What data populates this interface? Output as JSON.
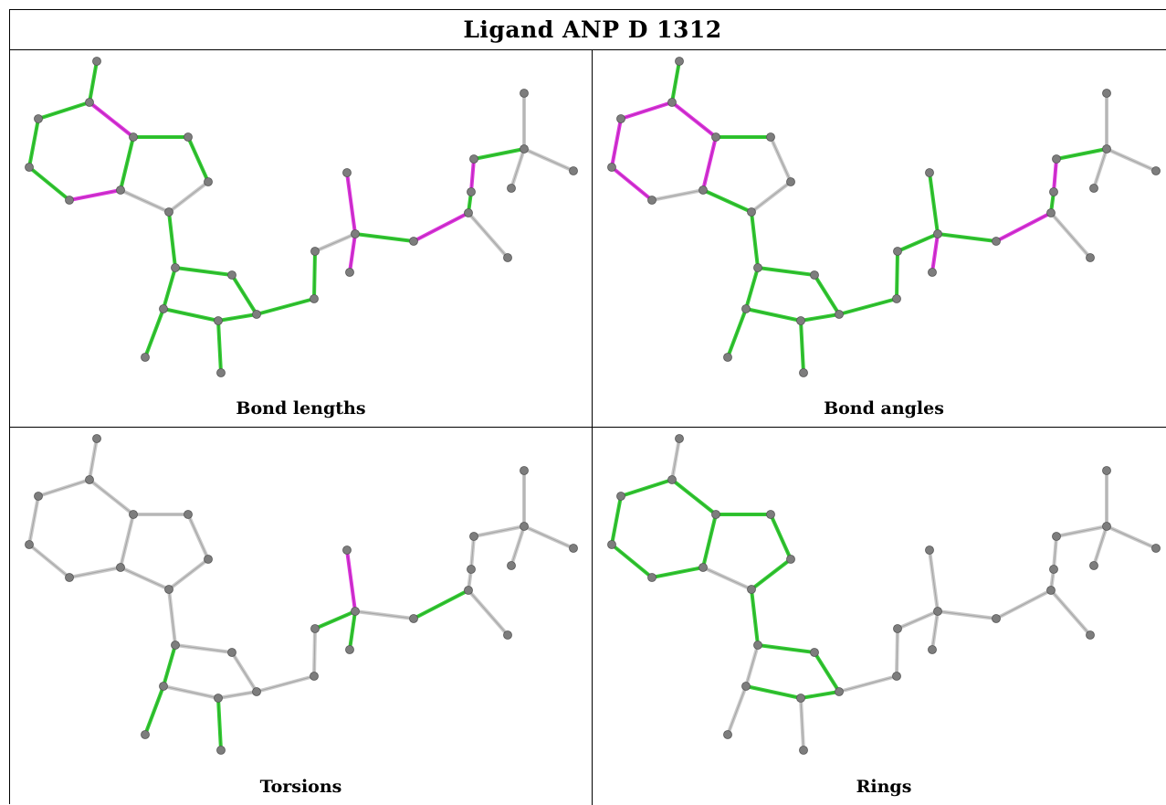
{
  "title": "Ligand ANP D 1312",
  "colors": {
    "good": "#33cc33",
    "outlier": "#dd33dd",
    "neutral": "#c8c8c8",
    "atom": "#7d7d7d"
  },
  "panels": [
    {
      "id": "bond-lengths",
      "caption": "Bond lengths",
      "bond_states": [
        "g",
        "g",
        "g",
        "g",
        "o",
        "g",
        "o",
        "g",
        "g",
        "n",
        "n",
        "g",
        "g",
        "g",
        "g",
        "g",
        "g",
        "g",
        "g",
        "g",
        "g",
        "n",
        "o",
        "o",
        "g",
        "o",
        "g",
        "o",
        "g"
      ]
    },
    {
      "id": "bond-angles",
      "caption": "Bond angles",
      "bond_states": [
        "g",
        "o",
        "o",
        "o",
        "n",
        "o",
        "o",
        "g",
        "n",
        "n",
        "g",
        "g",
        "g",
        "g",
        "g",
        "g",
        "g",
        "g",
        "g",
        "g",
        "g",
        "g",
        "g",
        "o",
        "g",
        "o",
        "g",
        "o",
        "g"
      ]
    },
    {
      "id": "torsions",
      "caption": "Torsions",
      "bond_states": [
        "n",
        "n",
        "n",
        "n",
        "n",
        "n",
        "n",
        "n",
        "n",
        "n",
        "n",
        "n",
        "n",
        "n",
        "n",
        "n",
        "g",
        "g",
        "g",
        "n",
        "n",
        "g",
        "o",
        "g",
        "n",
        "g",
        "n",
        "n",
        "n"
      ]
    },
    {
      "id": "rings",
      "caption": "Rings",
      "bond_states": [
        "n",
        "g",
        "g",
        "g",
        "g",
        "g",
        "g",
        "g",
        "g",
        "g",
        "n",
        "g",
        "g",
        "g",
        "g",
        "g",
        "n",
        "n",
        "n",
        "n",
        "n",
        "n",
        "n",
        "n",
        "n",
        "n",
        "n",
        "n",
        "n"
      ]
    }
  ]
}
